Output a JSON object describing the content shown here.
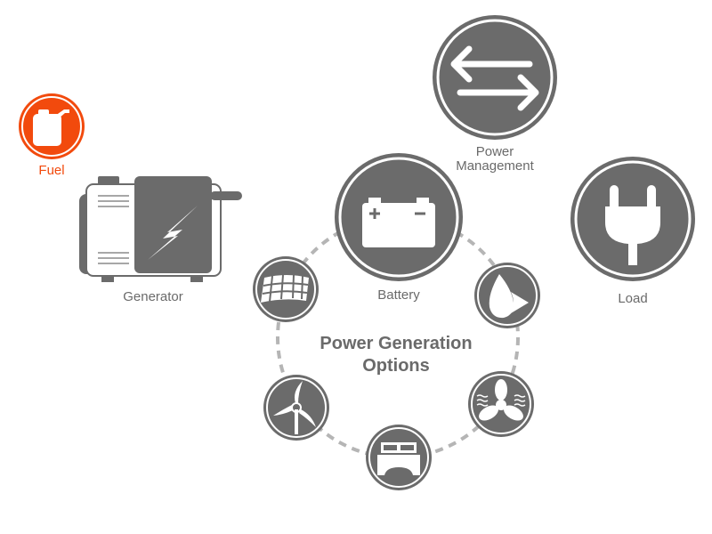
{
  "colors": {
    "gray": "#6b6b6b",
    "accent": "#f24a0d",
    "dash": "#b5b5b5"
  },
  "nodes": {
    "fuel": {
      "label": "Fuel",
      "icon": "fuel-can-icon"
    },
    "generator": {
      "label": "Generator",
      "icon": "generator-icon"
    },
    "power_management": {
      "label_line1": "Power",
      "label_line2": "Management",
      "icon": "bidirectional-arrows-icon"
    },
    "load": {
      "label": "Load",
      "icon": "plug-icon"
    },
    "battery": {
      "label": "Battery",
      "icon": "battery-icon"
    }
  },
  "cycle": {
    "title_line1": "Power Generation",
    "title_line2": "Options",
    "options": [
      "solar-panel-icon",
      "hydro-icon",
      "wind-turbine-icon",
      "vehicle-icon",
      "fan-icon"
    ]
  }
}
